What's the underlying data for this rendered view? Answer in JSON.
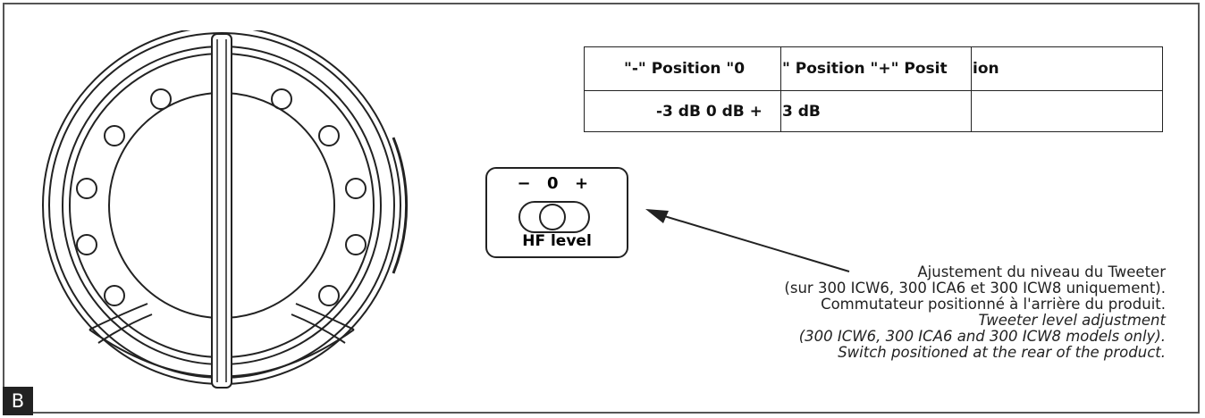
{
  "panel_label": "B",
  "table": {
    "row1": {
      "c1": "\"-\" Position \"0",
      "c2": "\" Position \"+\" Posit",
      "c3": "ion"
    },
    "row2": {
      "c1": "-3 dB 0 dB +",
      "c2": "3 dB",
      "c3": ""
    }
  },
  "switch": {
    "minus": "−",
    "zero": "0",
    "plus": "+",
    "label": "HF level"
  },
  "caption": {
    "fr_line1": "Ajustement du niveau du Tweeter",
    "fr_line2": "(sur 300 ICW6, 300 ICA6 et 300 ICW8 uniquement).",
    "fr_line3": "Commutateur positionné à l'arrière du produit.",
    "en_line1": "Tweeter level adjustment",
    "en_line2": "(300 ICW6, 300 ICA6 and 300 ICW8 models only).",
    "en_line3": "Switch positioned at the rear of the product."
  }
}
